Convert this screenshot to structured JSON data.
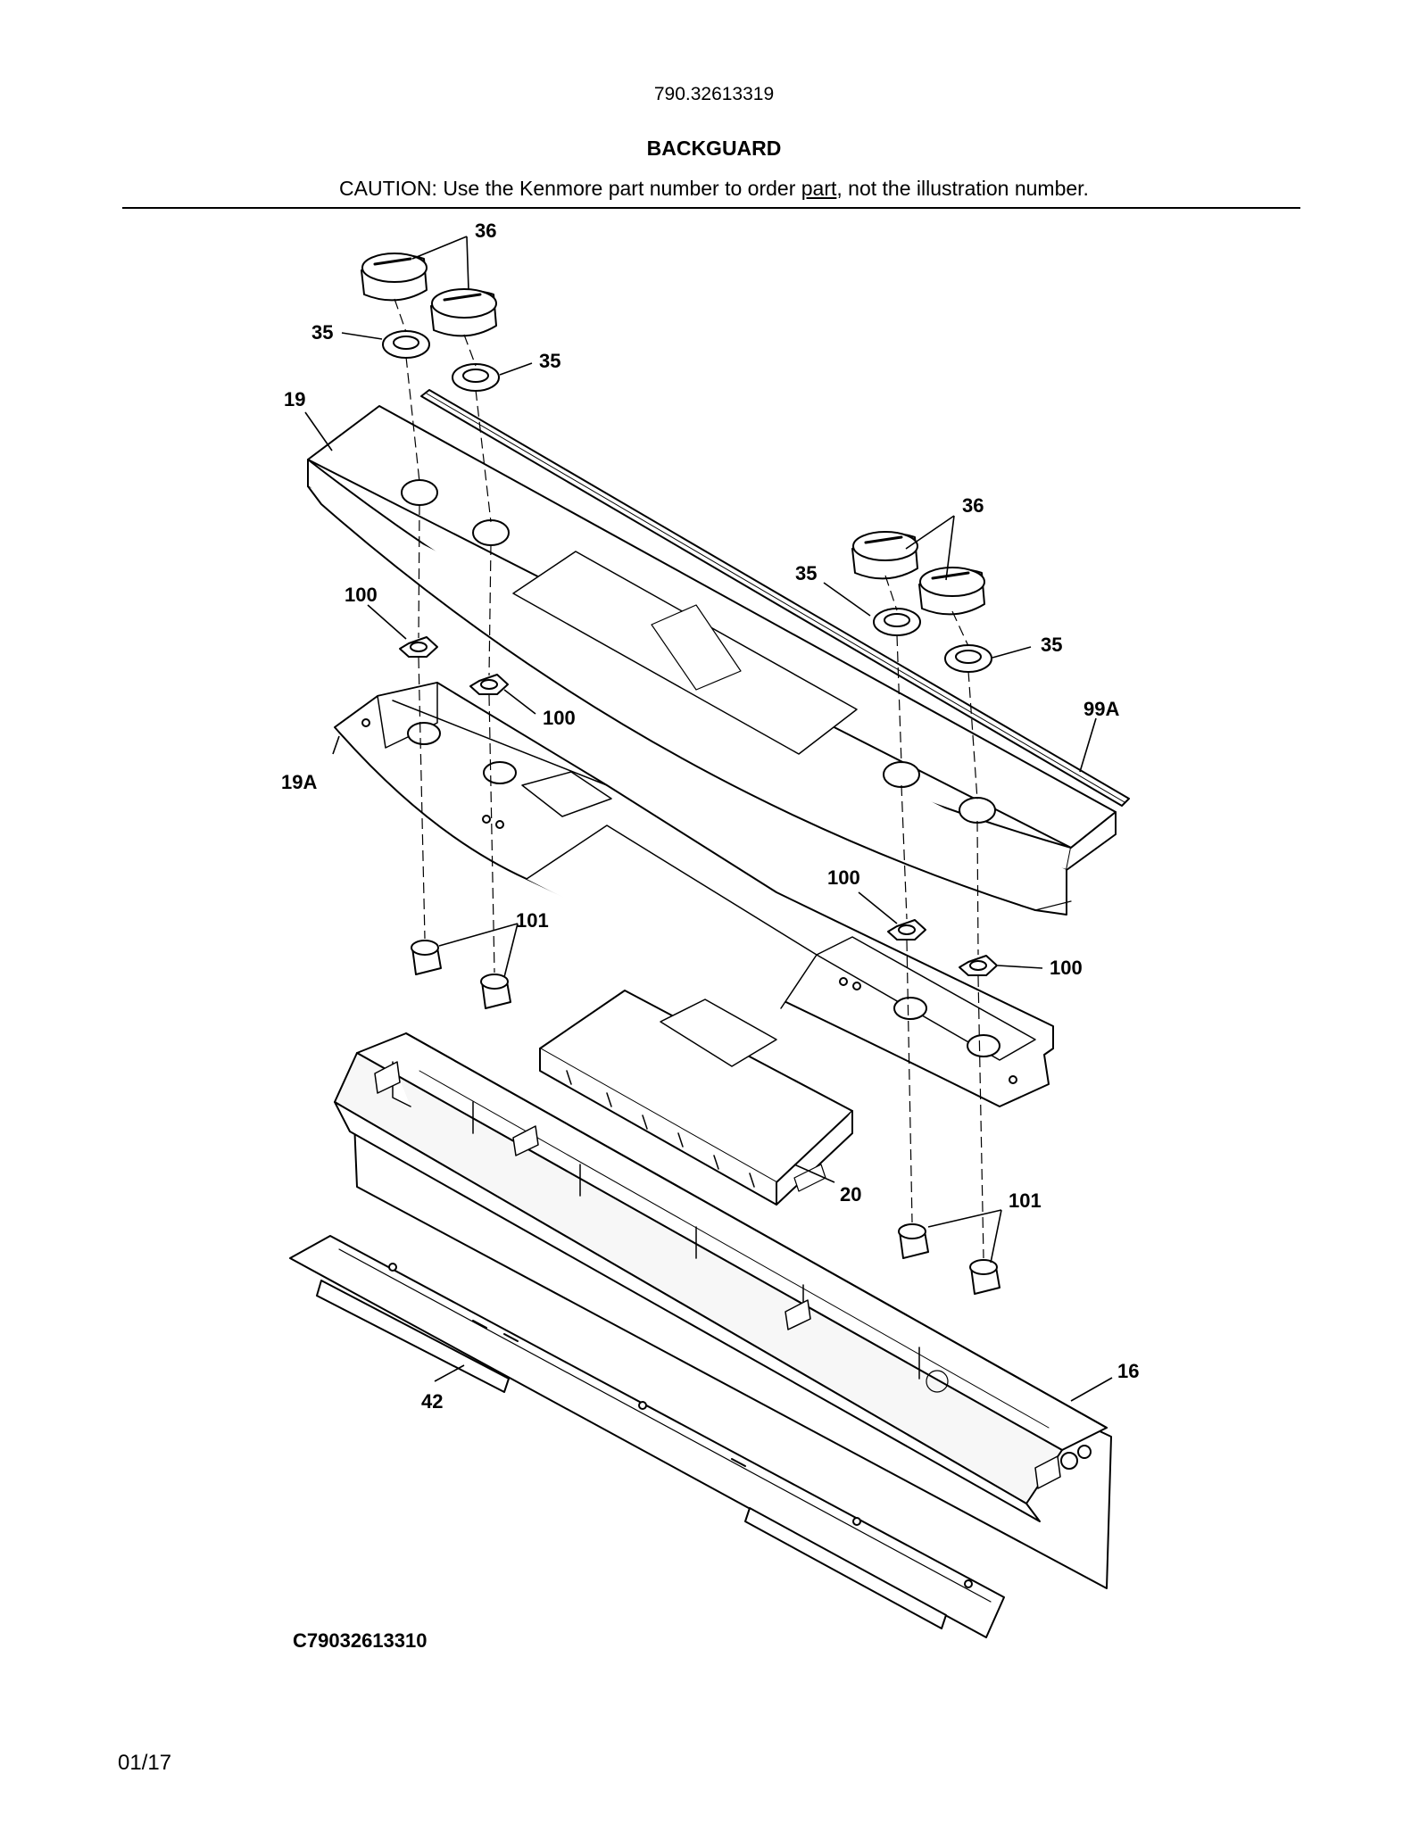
{
  "header": {
    "model_number": "790.32613319",
    "title": "BACKGUARD",
    "caution_prefix": "CAUTION: Use the Kenmore part number to order ",
    "caution_link": "part",
    "caution_suffix": ", not the illustration number."
  },
  "callouts": {
    "c16": "16",
    "c19": "19",
    "c19a": "19A",
    "c20": "20",
    "c35_tl": "35",
    "c35_tr": "35",
    "c35_rl": "35",
    "c35_rr": "35",
    "c36_top": "36",
    "c36_right": "36",
    "c42": "42",
    "c99a": "99A",
    "c100_l1": "100",
    "c100_l2": "100",
    "c100_r1": "100",
    "c100_r2": "100",
    "c101_left": "101",
    "c101_right": "101"
  },
  "footer": {
    "illustration_code": "C79032613310",
    "date": "01/17"
  }
}
